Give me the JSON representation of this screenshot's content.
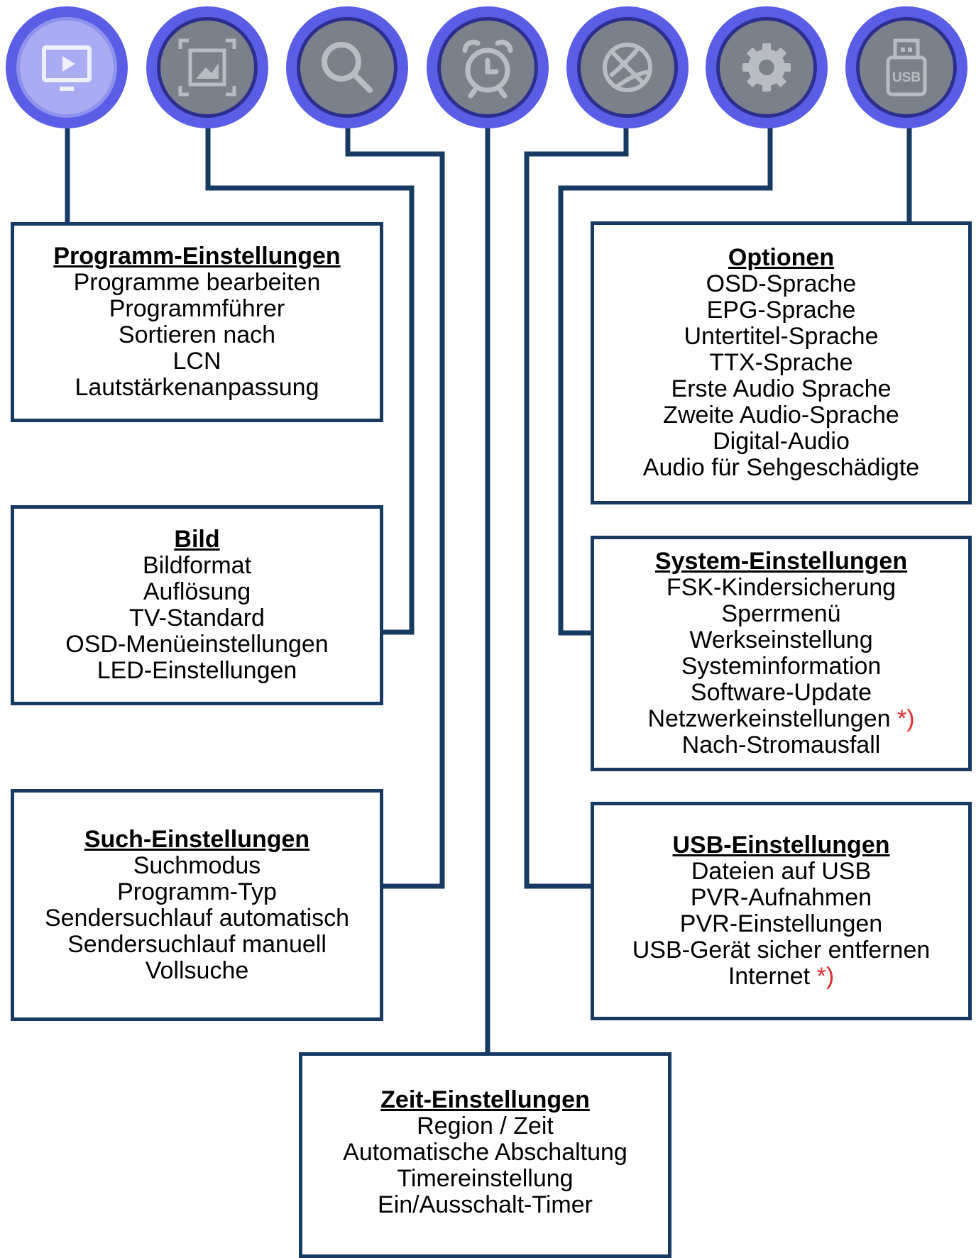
{
  "icons": [
    {
      "name": "tv-icon",
      "active": true
    },
    {
      "name": "picture-icon",
      "active": false
    },
    {
      "name": "search-icon",
      "active": false
    },
    {
      "name": "alarm-clock-icon",
      "active": false
    },
    {
      "name": "basketball-icon",
      "active": false
    },
    {
      "name": "gear-icon",
      "active": false
    },
    {
      "name": "usb-icon",
      "active": false
    }
  ],
  "colors": {
    "line": "#173a63",
    "ring": "#5a5ee6",
    "icon_bg": "#7b818b",
    "active_bg": "#a9acf2",
    "note": "#e32d2d"
  },
  "usb_icon_label": "USB",
  "note_mark": "*)",
  "boxes": {
    "programm": {
      "title": "Programm-Einstellungen",
      "items": [
        "Programme bearbeiten",
        "Programmführer",
        "Sortieren nach",
        "LCN",
        "Lautstärkenanpassung"
      ]
    },
    "bild": {
      "title": "Bild",
      "items": [
        "Bildformat",
        "Auflösung",
        "TV-Standard",
        "OSD-Menüeinstellungen",
        "LED-Einstellungen"
      ]
    },
    "such": {
      "title": "Such-Einstellungen",
      "items": [
        "Suchmodus",
        "Programm-Typ",
        "Sendersuchlauf automatisch",
        "Sendersuchlauf manuell",
        "Vollsuche"
      ]
    },
    "zeit": {
      "title": "Zeit-Einstellungen",
      "items": [
        "Region / Zeit",
        "Automatische Abschaltung",
        "Timereinstellung",
        "Ein/Ausschalt-Timer"
      ]
    },
    "optionen": {
      "title": "Optionen",
      "items": [
        "OSD-Sprache",
        "EPG-Sprache",
        "Untertitel-Sprache",
        "TTX-Sprache",
        "Erste Audio Sprache",
        "Zweite Audio-Sprache",
        "Digital-Audio",
        "Audio für Sehgeschädigte"
      ]
    },
    "system": {
      "title": "System-Einstellungen",
      "items": [
        "FSK-Kindersicherung",
        "Sperrmenü",
        "Werkseinstellung",
        "Systeminformation",
        "Software-Update",
        "Netzwerkeinstellungen",
        "Nach-Stromausfall"
      ],
      "noted": "Netzwerkeinstellungen"
    },
    "usb": {
      "title": "USB-Einstellungen",
      "items": [
        "Dateien auf USB",
        "PVR-Aufnahmen",
        "PVR-Einstellungen",
        "USB-Gerät sicher entfernen",
        "Internet"
      ],
      "noted": "Internet"
    }
  }
}
